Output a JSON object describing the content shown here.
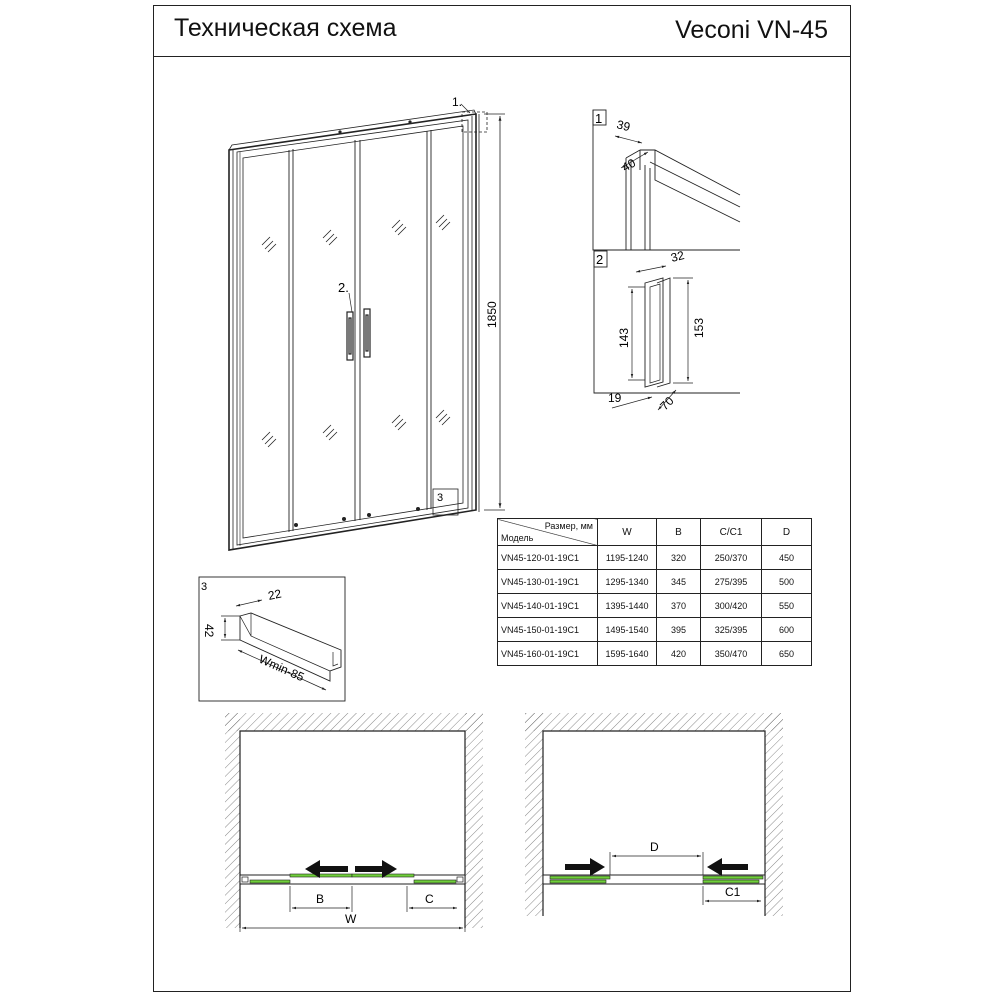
{
  "header": {
    "title": "Техническая схема",
    "model": "Veconi VN-45"
  },
  "front_view": {
    "callout_1": "1.",
    "callout_2": "2.",
    "callout_3": "3",
    "height_dim": "1850"
  },
  "detail_1": {
    "tag": "1",
    "dim_a": "39",
    "dim_b": "40"
  },
  "detail_2": {
    "tag": "2",
    "dim_top": "32",
    "dim_inner": "143",
    "dim_outer": "153",
    "dim_left": "19",
    "dim_right": "70"
  },
  "detail_3": {
    "tag": "3",
    "dim_width": "22",
    "dim_height": "42",
    "dim_length": "Wmin-85"
  },
  "table": {
    "corner_top": "Размер, мм",
    "corner_bottom": "Модель",
    "headers": [
      "W",
      "B",
      "C/C1",
      "D"
    ],
    "rows": [
      {
        "model": "VN45-120-01-19C1",
        "w": "1195-1240",
        "b": "320",
        "c": "250/370",
        "d": "450"
      },
      {
        "model": "VN45-130-01-19C1",
        "w": "1295-1340",
        "b": "345",
        "c": "275/395",
        "d": "500"
      },
      {
        "model": "VN45-140-01-19C1",
        "w": "1395-1440",
        "b": "370",
        "c": "300/420",
        "d": "550"
      },
      {
        "model": "VN45-150-01-19C1",
        "w": "1495-1540",
        "b": "395",
        "c": "325/395",
        "d": "600"
      },
      {
        "model": "VN45-160-01-19C1",
        "w": "1595-1640",
        "b": "420",
        "c": "350/470",
        "d": "650"
      }
    ]
  },
  "plan_left": {
    "dim_b": "B",
    "dim_c": "C",
    "dim_w": "W"
  },
  "plan_right": {
    "dim_d": "D",
    "dim_c1": "C1"
  },
  "colors": {
    "line": "#222222",
    "glass": "#6fcf3a"
  }
}
